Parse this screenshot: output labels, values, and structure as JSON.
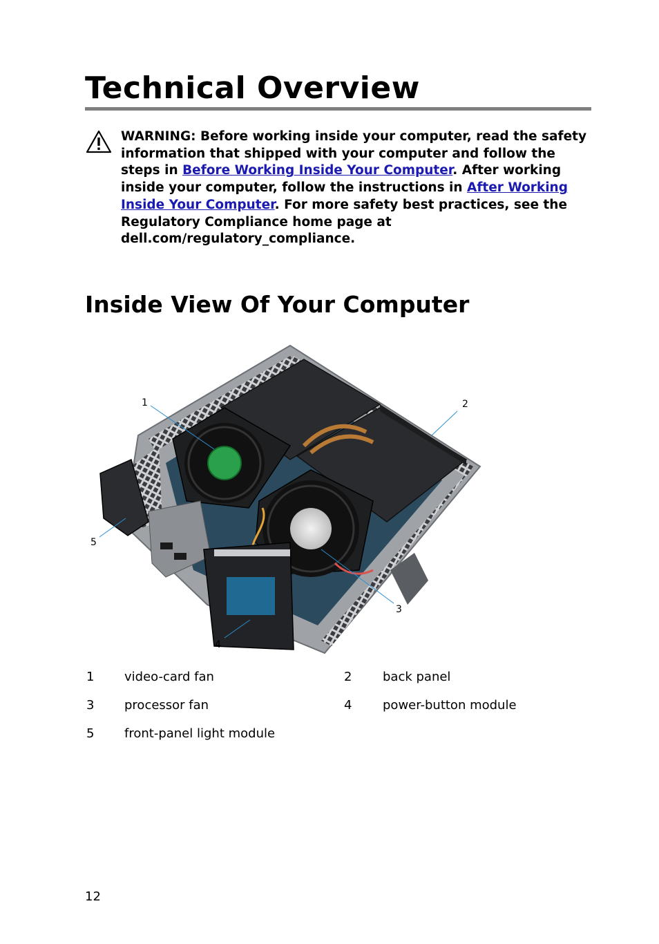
{
  "page": {
    "title": "Technical Overview",
    "section_title": "Inside View Of Your Computer",
    "page_number": "12"
  },
  "warning": {
    "icon": "warning-triangle-icon",
    "text_1": "WARNING: Before working inside your computer, read the safety information that shipped with your computer and follow the steps in ",
    "link_1": "Before Working Inside Your Computer",
    "text_2": ". After working inside your computer, follow the instructions in ",
    "link_2": "After Working Inside Your Computer",
    "text_3": ". For more safety best practices, see the Regulatory Compliance home page at dell.com/regulatory_compliance."
  },
  "figure": {
    "callouts": [
      "1",
      "2",
      "3",
      "4",
      "5"
    ]
  },
  "legend": [
    {
      "num": "1",
      "label": "video-card fan"
    },
    {
      "num": "2",
      "label": "back panel"
    },
    {
      "num": "3",
      "label": "processor fan"
    },
    {
      "num": "4",
      "label": "power-button module"
    },
    {
      "num": "5",
      "label": "front-panel light module"
    }
  ]
}
